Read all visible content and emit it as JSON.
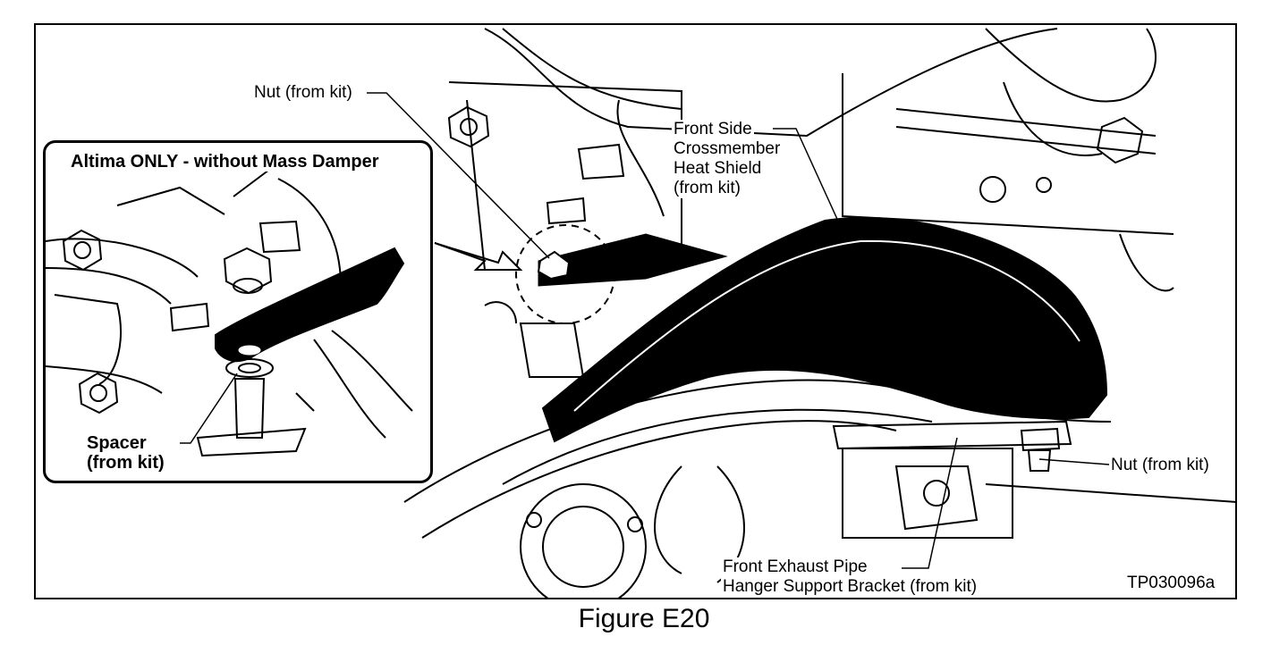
{
  "figure": {
    "caption": "Figure E20",
    "reference_code": "TP030096a"
  },
  "inset": {
    "title": "Altima ONLY - without Mass Damper",
    "spacer_label_line1": "Spacer",
    "spacer_label_line2": "(from kit)"
  },
  "callouts": {
    "nut_top": "Nut (from kit)",
    "heat_shield_line1": "Front Side",
    "heat_shield_line2": "Crossmember",
    "heat_shield_line3": "Heat Shield",
    "heat_shield_line4": "(from kit)",
    "nut_right": "Nut (from kit)",
    "bracket_line1": "Front Exhaust Pipe",
    "bracket_line2": "Hanger Support Bracket (from kit)"
  }
}
